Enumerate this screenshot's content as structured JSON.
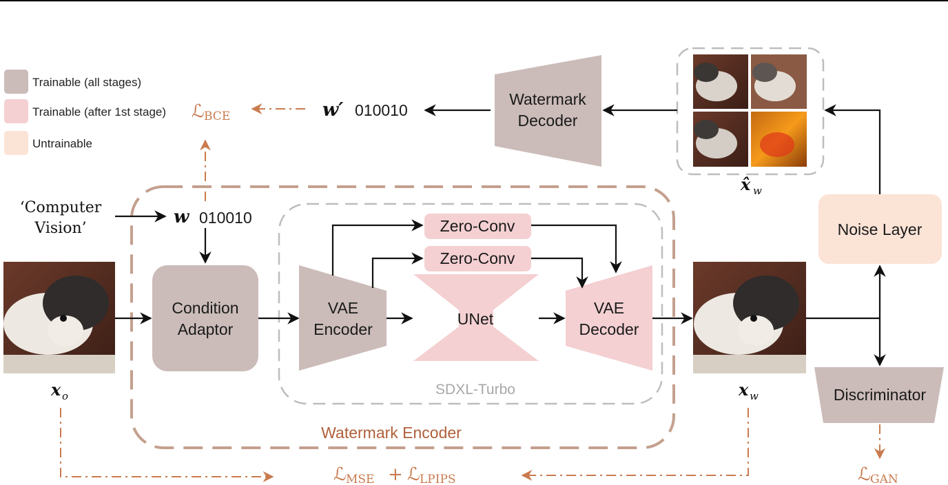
{
  "colors": {
    "trainable_all": "#cbbcb9",
    "trainable_after": "#f4d0d2",
    "untrainable": "#fbe3d6",
    "loss": "#c97b4e",
    "dashed_gray": "#bdbdbd",
    "encoder_border": "#c4a08e",
    "encoder_label": "#b0603a"
  },
  "legend": [
    {
      "label": "Trainable (all stages)",
      "color_key": "trainable_all"
    },
    {
      "label": "Trainable (after 1st stage)",
      "color_key": "trainable_after"
    },
    {
      "label": "Untrainable",
      "color_key": "untrainable"
    }
  ],
  "prompt": {
    "line1": "‘Computer",
    "line2": "Vision’"
  },
  "watermark": {
    "symbol": "w",
    "bits": "010010",
    "decoded_symbol": "w′",
    "decoded_bits": "010010"
  },
  "blocks": {
    "condition_adaptor": {
      "line1": "Condition",
      "line2": "Adaptor"
    },
    "vae_encoder": {
      "line1": "VAE",
      "line2": "Encoder"
    },
    "unet": "UNet",
    "vae_decoder": {
      "line1": "VAE",
      "line2": "Decoder"
    },
    "zero_conv_top": "Zero-Conv",
    "zero_conv_bottom": "Zero-Conv",
    "watermark_decoder": {
      "line1": "Watermark",
      "line2": "Decoder"
    },
    "noise_layer": "Noise Layer",
    "discriminator": "Discriminator"
  },
  "groups": {
    "sdxl": "SDXL-Turbo",
    "watermark_encoder": "Watermark Encoder"
  },
  "images": {
    "input": {
      "label": "x",
      "sub": "o"
    },
    "output": {
      "label": "x",
      "sub": "w"
    },
    "noised": {
      "label": "x̂",
      "sub": "w"
    }
  },
  "losses": {
    "bce": {
      "symbol": "ℒ",
      "sub": "BCE"
    },
    "mse_lpips": {
      "symbol1": "ℒ",
      "sub1": "MSE",
      "plus": "+",
      "symbol2": "ℒ",
      "sub2": "LPIPS"
    },
    "gan": {
      "symbol": "ℒ",
      "sub": "GAN"
    }
  }
}
